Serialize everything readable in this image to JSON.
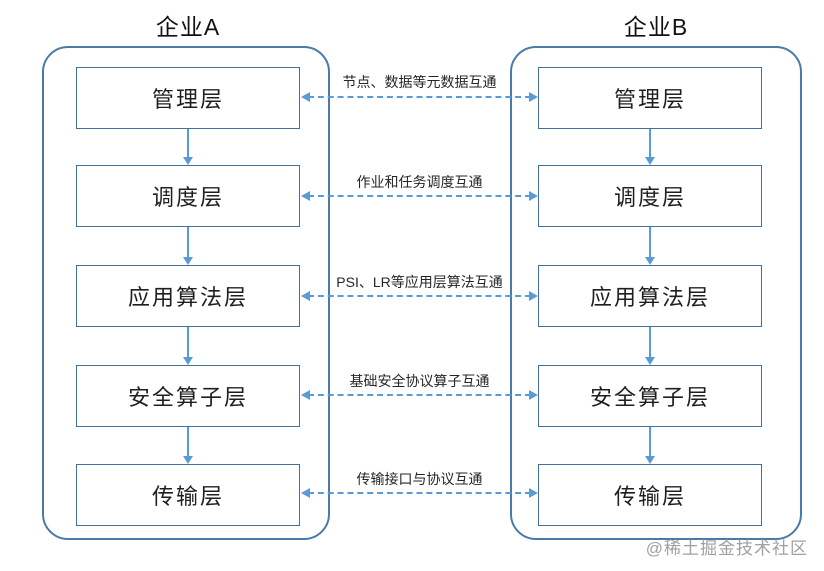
{
  "diagram": {
    "enterprise_a": {
      "title": "企业A",
      "layers": [
        "管理层",
        "调度层",
        "应用算法层",
        "安全算子层",
        "传输层"
      ]
    },
    "enterprise_b": {
      "title": "企业B",
      "layers": [
        "管理层",
        "调度层",
        "应用算法层",
        "安全算子层",
        "传输层"
      ]
    },
    "connections": [
      "节点、数据等元数据互通",
      "作业和任务调度互通",
      "PSI、LR等应用层算法互通",
      "基础安全协议算子互通",
      "传输接口与协议互通"
    ],
    "watermark": "@稀土掘金技术社区",
    "colors": {
      "box_border": "#41719C",
      "container_border": "#4a7aa8",
      "arrow": "#5B9BD5",
      "text": "#1f1f1f",
      "watermark": "#a0a0a0"
    }
  }
}
